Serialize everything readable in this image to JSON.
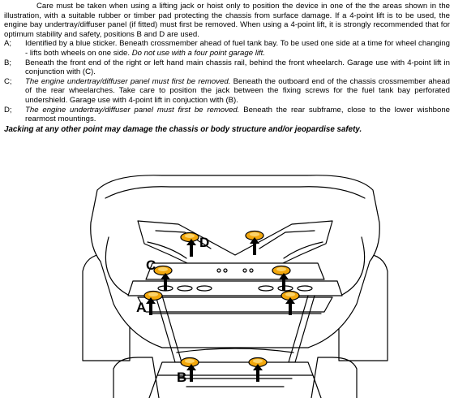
{
  "intro": "Care must be taken when using a lifting jack or hoist only to position the device in one of the the areas shown in the illustration, with a suitable rubber or timber pad protecting the chassis from surface damage. If a 4-point lift is to be used, the engine bay undertray/diffuser panel (if fitted) must first be removed. When using a 4-point lift, it is strongly recommended that for optimum stability and safety, positions B and D are used.",
  "items": [
    {
      "key": "A;",
      "parts": [
        {
          "text": "Identified by a blue sticker. Beneath crossmember ahead of fuel tank bay. To be used one side at a time for wheel changing - lifts both wheels on one side. ",
          "italic": false
        },
        {
          "text": "Do not use with a four point garage lift.",
          "italic": true
        }
      ]
    },
    {
      "key": "B;",
      "parts": [
        {
          "text": "Beneath the front end of the right or left hand main chassis rail, behind the front wheelarch. Garage use with 4-point lift in conjunction with (C).",
          "italic": false
        }
      ]
    },
    {
      "key": "C;",
      "parts": [
        {
          "text": "The engine undertray/diffuser panel must first be removed.",
          "italic": true
        },
        {
          "text": " Beneath the outboard end of the chassis crossmember ahead of the rear wheelarches. Take care to position the jack between the fixing screws for the fuel tank bay perforated undershield. Garage use with 4-point lift in conjuction with (B).",
          "italic": false
        }
      ]
    },
    {
      "key": "D;",
      "parts": [
        {
          "text": "The engine undertray/diffuser panel must first be removed.",
          "italic": true
        },
        {
          "text": " Beneath the rear subframe, close to the lower wishbone rearmost mountings.",
          "italic": false
        }
      ]
    }
  ],
  "warning": "Jacking at any other point may damage the chassis or body structure and/or jeopardise safety.",
  "figure": {
    "labels": {
      "a": "A",
      "b": "B",
      "c": "C",
      "d": "D"
    },
    "pad_color": "#f2a70c",
    "line_color": "#000000"
  }
}
